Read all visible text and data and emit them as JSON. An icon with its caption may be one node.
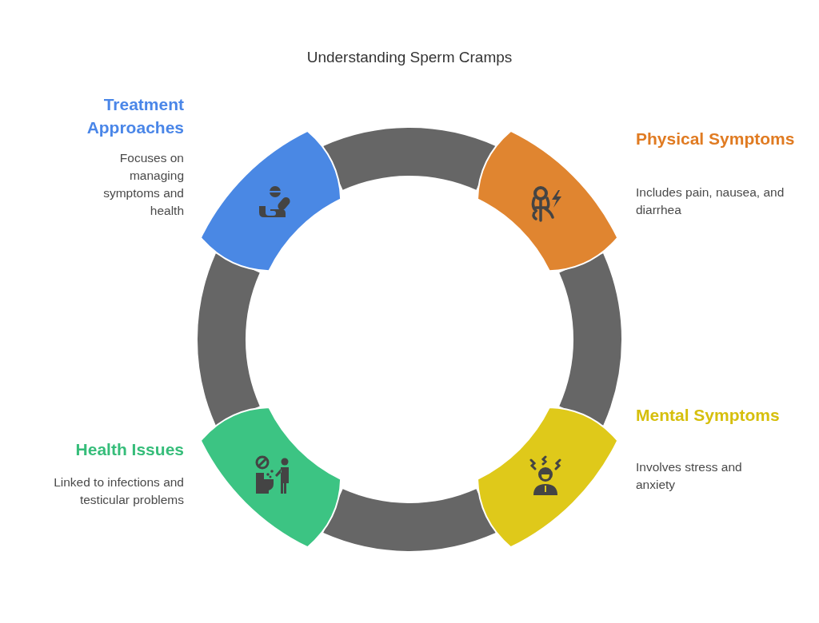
{
  "diagram": {
    "title": "Understanding Sperm Cramps",
    "nodes": [
      {
        "text": [
          "Treatment Approaches",
          "Focuses on managing symptoms and health"
        ]
      },
      {
        "text": [
          "Physical Symptoms",
          "Includes pain, nausea, and diarrhea"
        ]
      },
      {
        "text": [
          "Health Issues",
          "Linked to infections and testicular problems"
        ]
      },
      {
        "text": [
          "Mental Symptoms",
          "Involves stress and anxiety"
        ]
      }
    ],
    "edges": [
      {
        "from": 0,
        "to": 1,
        "arrow": "none"
      },
      {
        "from": 1,
        "to": 3,
        "arrow": "none"
      },
      {
        "from": 3,
        "to": 2,
        "arrow": "none"
      },
      {
        "from": 2,
        "to": 0,
        "arrow": "none"
      }
    ]
  }
}
